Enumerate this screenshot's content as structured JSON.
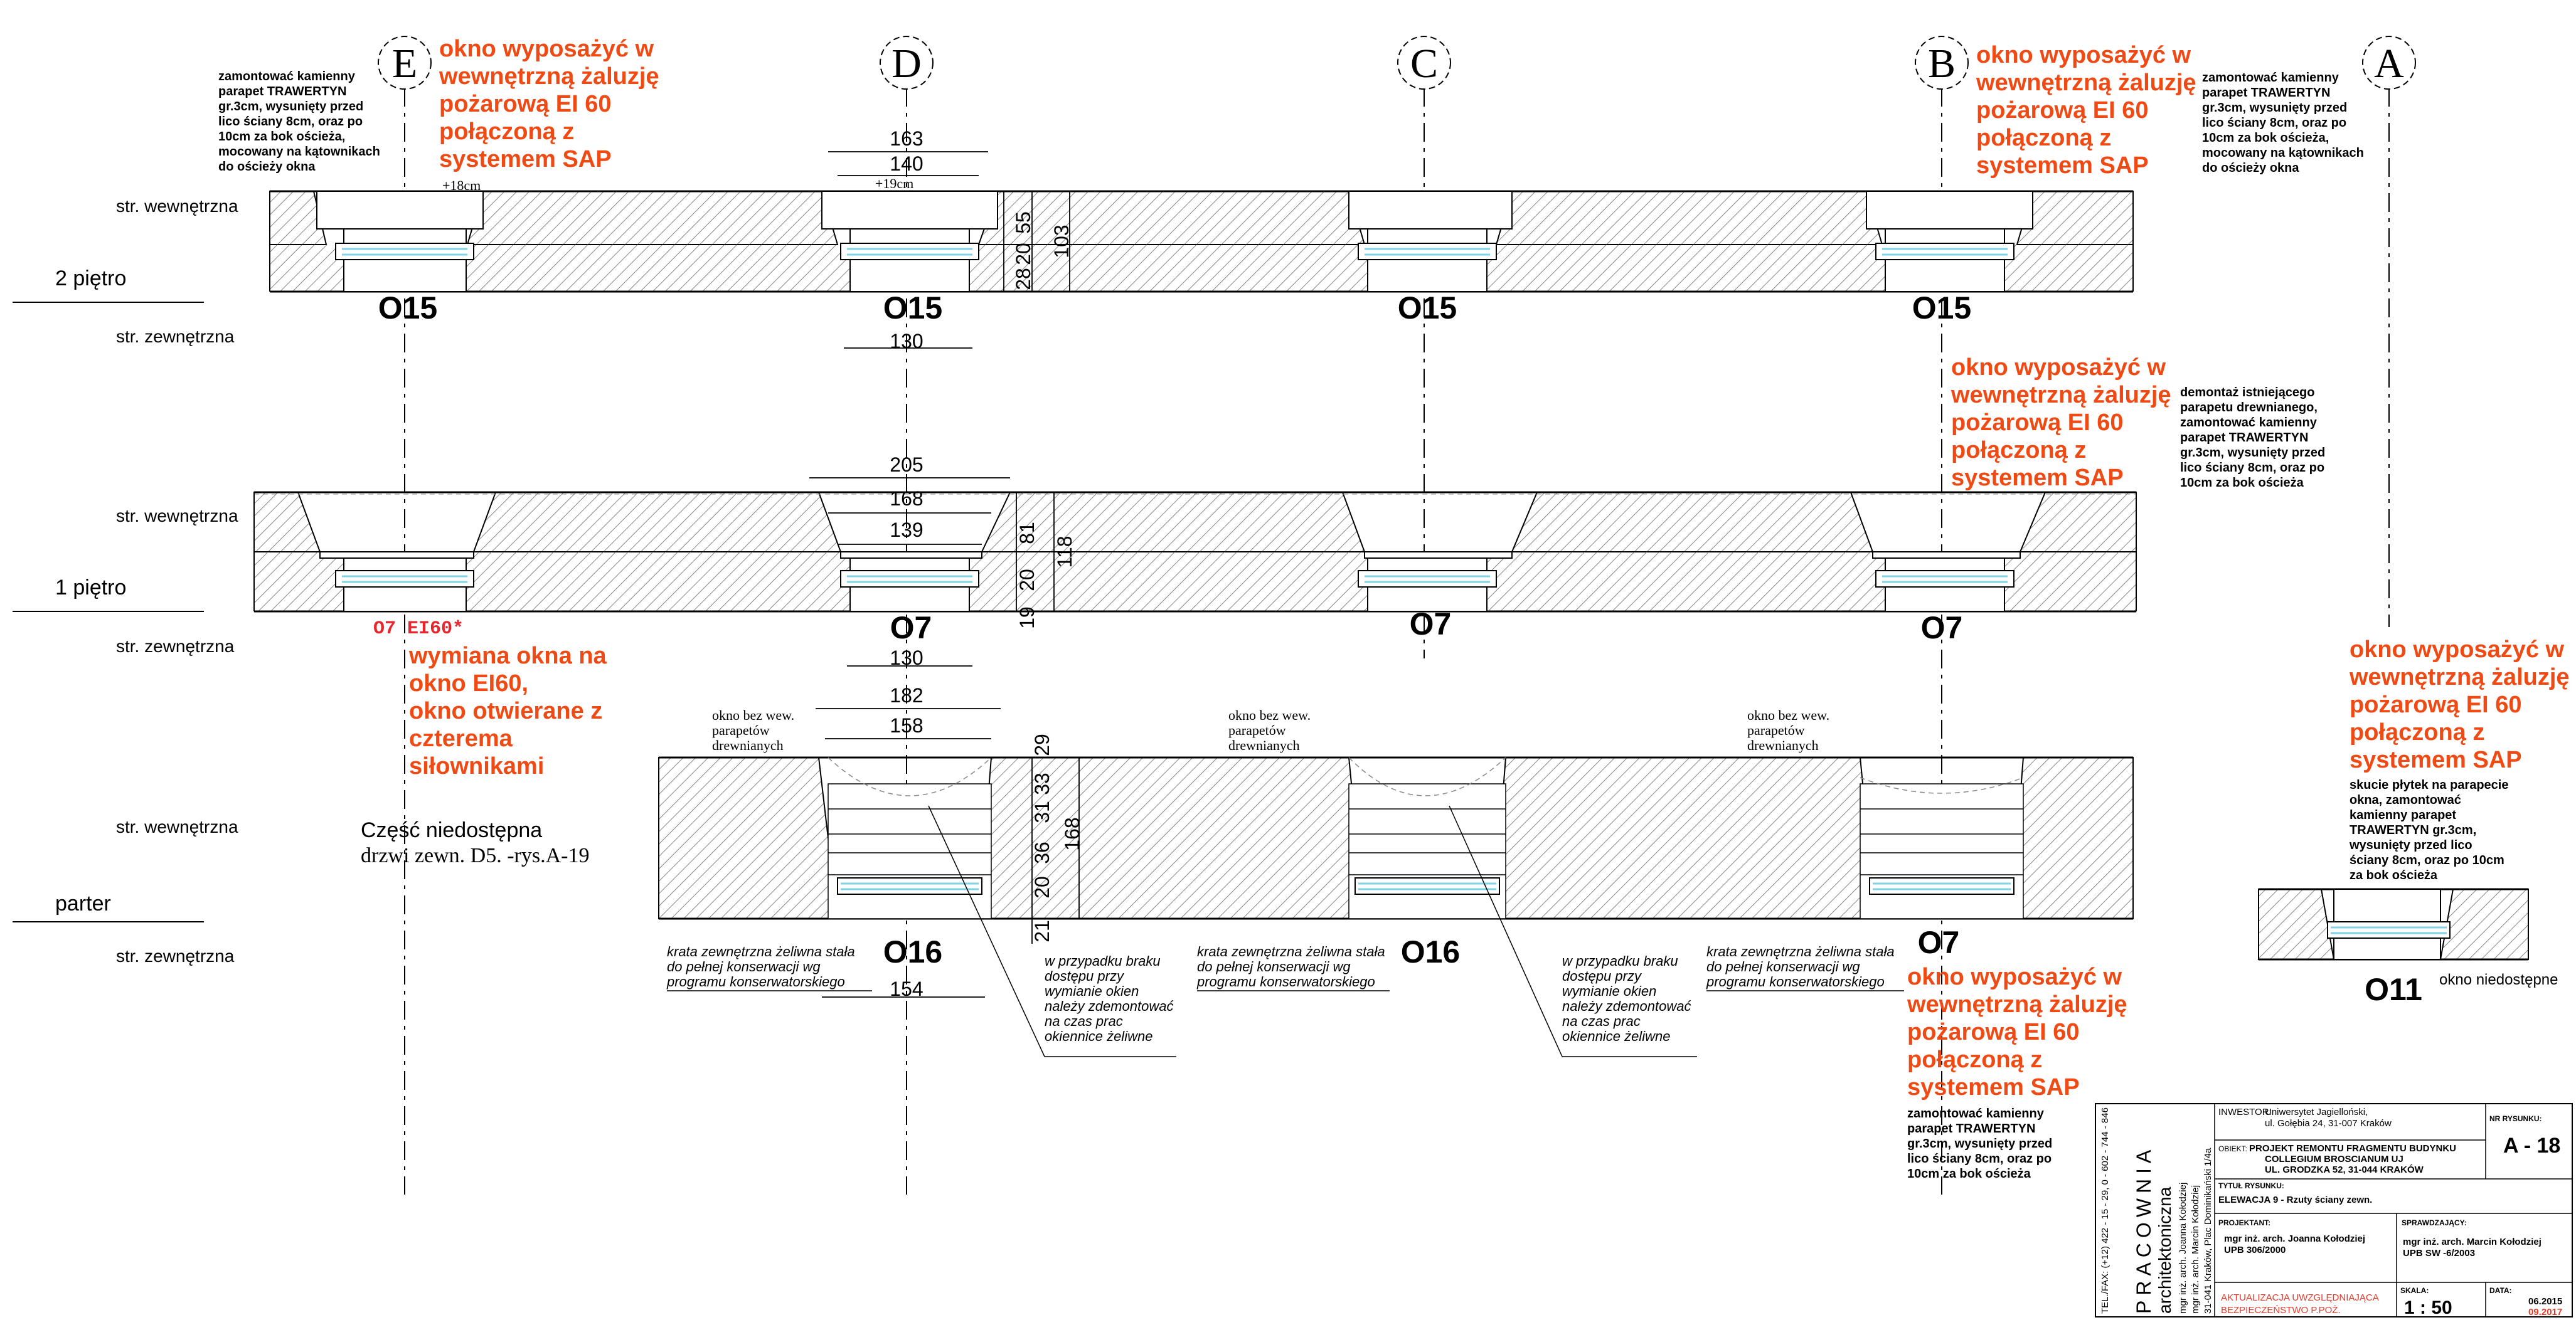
{
  "axes": {
    "E": "E",
    "D": "D",
    "C": "C",
    "B": "B",
    "A": "A"
  },
  "sides": {
    "inner": "str. wewnętrzna",
    "outer": "str. zewnętrzna"
  },
  "floors": {
    "f2": "2 piętro",
    "f1": "1 piętro",
    "f0": "parter"
  },
  "windows": {
    "o15": "O15",
    "o7": "O7",
    "o16": "O16",
    "o11": "O11",
    "o7ei": "O7 EI60*"
  },
  "notes": {
    "louver": [
      "okno wyposażyć w",
      "wewnętrzną żaluzję",
      "pożarową EI 60",
      "połączoną z",
      "systemem SAP"
    ],
    "replace": [
      "wymiana okna na",
      "okno EI60,",
      "okno otwierane z",
      "czterema",
      "siłownikami"
    ],
    "sill_e": [
      "zamontować kamienny",
      "parapet TRAWERTYN",
      "gr.3cm, wysunięty przed",
      "lico ściany 8cm, oraz po",
      "10cm za bok ościeża,",
      "mocowany na kątownikach",
      "do ościeży okna"
    ],
    "sill_dem": [
      "demontaż istniejącego",
      "parapetu drewnianego,",
      "zamontować kamienny",
      "parapet TRAWERTYN",
      "gr.3cm, wysunięty przed",
      "lico ściany 8cm, oraz po",
      "10cm za bok ościeża"
    ],
    "sill_a": [
      "skucie płytek na parapecie",
      "okna, zamontować",
      "kamienny parapet",
      "TRAWERTYN gr.3cm,",
      "wysunięty przed lico",
      "ściany 8cm, oraz po 10cm",
      "za bok ościeża"
    ],
    "sill_b0": [
      "zamontować kamienny",
      "parapet TRAWERTYN",
      "gr.3cm, wysunięty przed",
      "lico ściany 8cm, oraz po",
      "10cm za bok ościeża"
    ],
    "no_parapet": [
      "okno bez wew.",
      "parapetów",
      "drewnianych"
    ],
    "grate": [
      "krata zewnętrzna żeliwna stała",
      "do pełnej konserwacji wg",
      "programu konserwatorskiego"
    ],
    "shutters": [
      "w przypadku braku",
      "dostępu przy",
      "wymianie okien",
      "należy zdemontować",
      "na czas prac",
      "okiennice żeliwne"
    ],
    "inaccessible": [
      "Część niedostępna",
      "drzwi zewn. D5. -rys.A-19"
    ],
    "not_available": "okno niedostępne"
  },
  "dims": {
    "d163": "163",
    "d140": "140",
    "d19": "+19cm",
    "d18": "+18cm",
    "d130": "130",
    "d55": "55",
    "d103": "103",
    "d28": "28",
    "d20": "20",
    "d205": "205",
    "d168": "168",
    "d139": "139",
    "d81": "81",
    "d118": "118",
    "d19b": "19",
    "d182": "182",
    "d158": "158",
    "d29": "29",
    "d31": "31",
    "d33": "33",
    "d36": "36",
    "d21": "21",
    "d154": "154"
  },
  "titleblock": {
    "firm1": "PRACOWNIA",
    "firm2": "architektoniczna",
    "firm3": "mgr inż. arch. Joanna Kołodziej",
    "firm4": "mgr inż. arch. Marcin Kołodziej",
    "firm5": "31-041 Kraków, Plac Dominikański 1/4a",
    "firm6": "TEL./FAX: (+12) 422 - 15 - 29, 0 - 602 - 744 - 846",
    "inv_label": "INWESTOR:",
    "inv1": "Uniwersytet Jagielloński,",
    "inv2": "ul. Gołębia 24,  31-007 Kraków",
    "obj_label": "OBIEKT:",
    "obj1": "PROJEKT REMONTU FRAGMENTU BUDYNKU",
    "obj2": "COLLEGIUM BROSCIANUM UJ",
    "obj3": "UL. GRODZKA 52,  31-044 KRAKÓW",
    "nr_label": "NR RYSUNKU:",
    "nr": "A - 18",
    "title_label": "TYTUŁ RYSUNKU:",
    "title": "ELEWACJA 9 - Rzuty ściany zewn.",
    "proj_label": "PROJEKTANT:",
    "proj1": "mgr inż. arch. Joanna Kołodziej",
    "proj2": "UPB 306/2000",
    "spr_label": "SPRAWDZAJĄCY:",
    "spr1": "mgr inż. arch. Marcin Kołodziej",
    "spr2": "UPB SW -6/2003",
    "upd1": "AKTUALIZACJA UWZGLĘDNIAJĄCA",
    "upd2": "BEZPIECZEŃSTWO P.POŻ.",
    "scale_label": "SKALA:",
    "scale": "1 : 50",
    "date_label": "DATA:",
    "date1": "06.2015",
    "date2": "09.2017"
  },
  "colors": {
    "red": "#f04a14",
    "glass": "#7fd3e6",
    "hatch": "#555555"
  }
}
